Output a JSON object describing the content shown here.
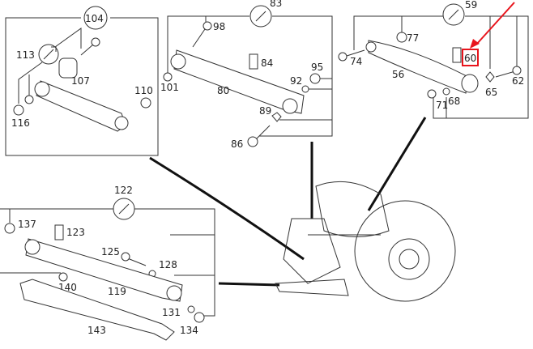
{
  "groups": {
    "g104": {
      "ref": "104",
      "parts": {
        "p113": "113",
        "p107": "107",
        "p110": "110",
        "p116": "116"
      }
    },
    "g83": {
      "ref": "83",
      "parts": {
        "p98": "98",
        "p84": "84",
        "p95": "95",
        "p92": "92",
        "p101": "101",
        "p80": "80",
        "p89": "89",
        "p86": "86"
      }
    },
    "g59": {
      "ref": "59",
      "parts": {
        "p77": "77",
        "p60": "60",
        "p74": "74",
        "p56": "56",
        "p62": "62",
        "p65": "65",
        "p71": "71",
        "p68": "68"
      }
    },
    "g122": {
      "ref": "122",
      "parts": {
        "p137": "137",
        "p123": "123",
        "p125": "125",
        "p128": "128",
        "p140": "140",
        "p119": "119",
        "p131": "131",
        "p134": "134",
        "p143": "143"
      }
    }
  },
  "colors": {
    "highlight": "#e8141c",
    "line": "#333333"
  }
}
